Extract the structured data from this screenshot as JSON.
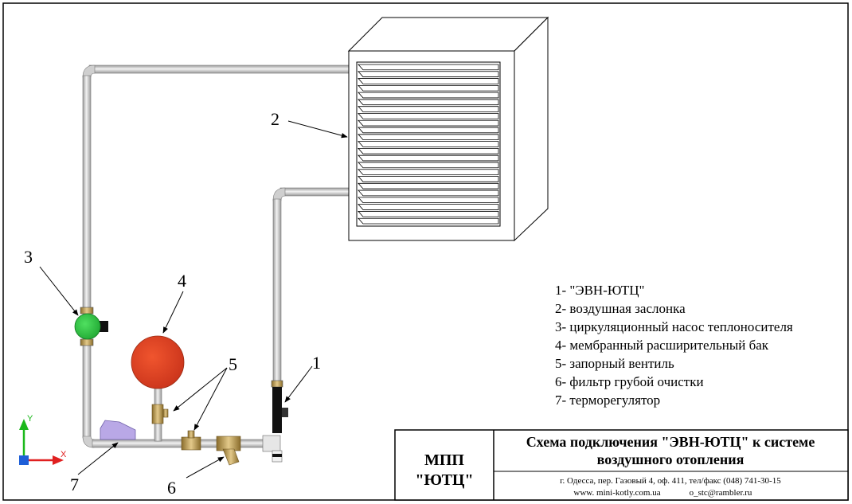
{
  "callouts": {
    "n1": "1",
    "n2": "2",
    "n3": "3",
    "n4": "4",
    "n5": "5",
    "n6": "6",
    "n7": "7"
  },
  "legend": [
    "1- \"ЭВН-ЮТЦ\"",
    "2- воздушная заслонка",
    "3- циркуляционный насос теплоносителя",
    "4- мембранный расширительный бак",
    "5- запорный вентиль",
    "6- фильтр грубой очистки",
    "7- терморегулятор"
  ],
  "title_block": {
    "org_line1": "МПП",
    "org_line2": "\"ЮТЦ\"",
    "title_line1": "Схема подключения \"ЭВН-ЮТЦ\" к системе",
    "title_line2": "воздушного отопления",
    "address": "г. Одесса, пер. Газовый 4, оф. 411, тел/факс (048) 741-30-15",
    "web": "www. mini-kotly.com.ua",
    "email": "o_stc@rambler.ru"
  },
  "axes": {
    "y": "Y",
    "x": "X"
  },
  "colors": {
    "pump": "#22c33a",
    "tank": "#dc3a1e",
    "valve": "#c8a85a",
    "thermostat": "#b9a8e6",
    "pipe": "#d8d8d8"
  }
}
